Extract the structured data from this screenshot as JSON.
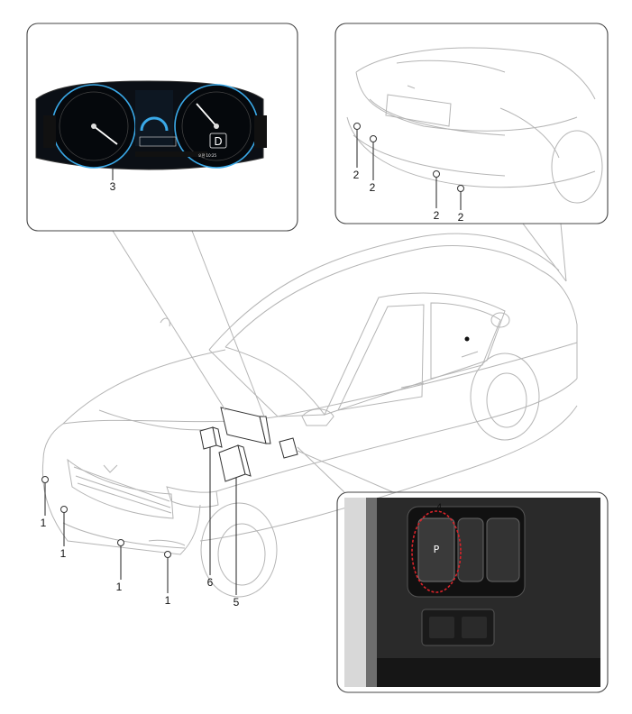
{
  "callouts": {
    "c1a": "1",
    "c1b": "1",
    "c1c": "1",
    "c1d": "1",
    "c2a": "2",
    "c2b": "2",
    "c2c": "2",
    "c2d": "2",
    "c3": "3",
    "c4": "4",
    "c5": "5",
    "c6": "6"
  },
  "cluster": {
    "gear": "D",
    "time": "오전 10:25"
  },
  "colors": {
    "line": "#b5b5b5",
    "callout_box": "#444444",
    "cluster_bg": "#0b0f15",
    "cluster_accent": "#3aa9e8",
    "highlight": "#d9232a"
  },
  "icons": [
    "parking-sensor-icon",
    "parking-switch-icon",
    "instrument-cluster-icon",
    "control-module-icon"
  ]
}
